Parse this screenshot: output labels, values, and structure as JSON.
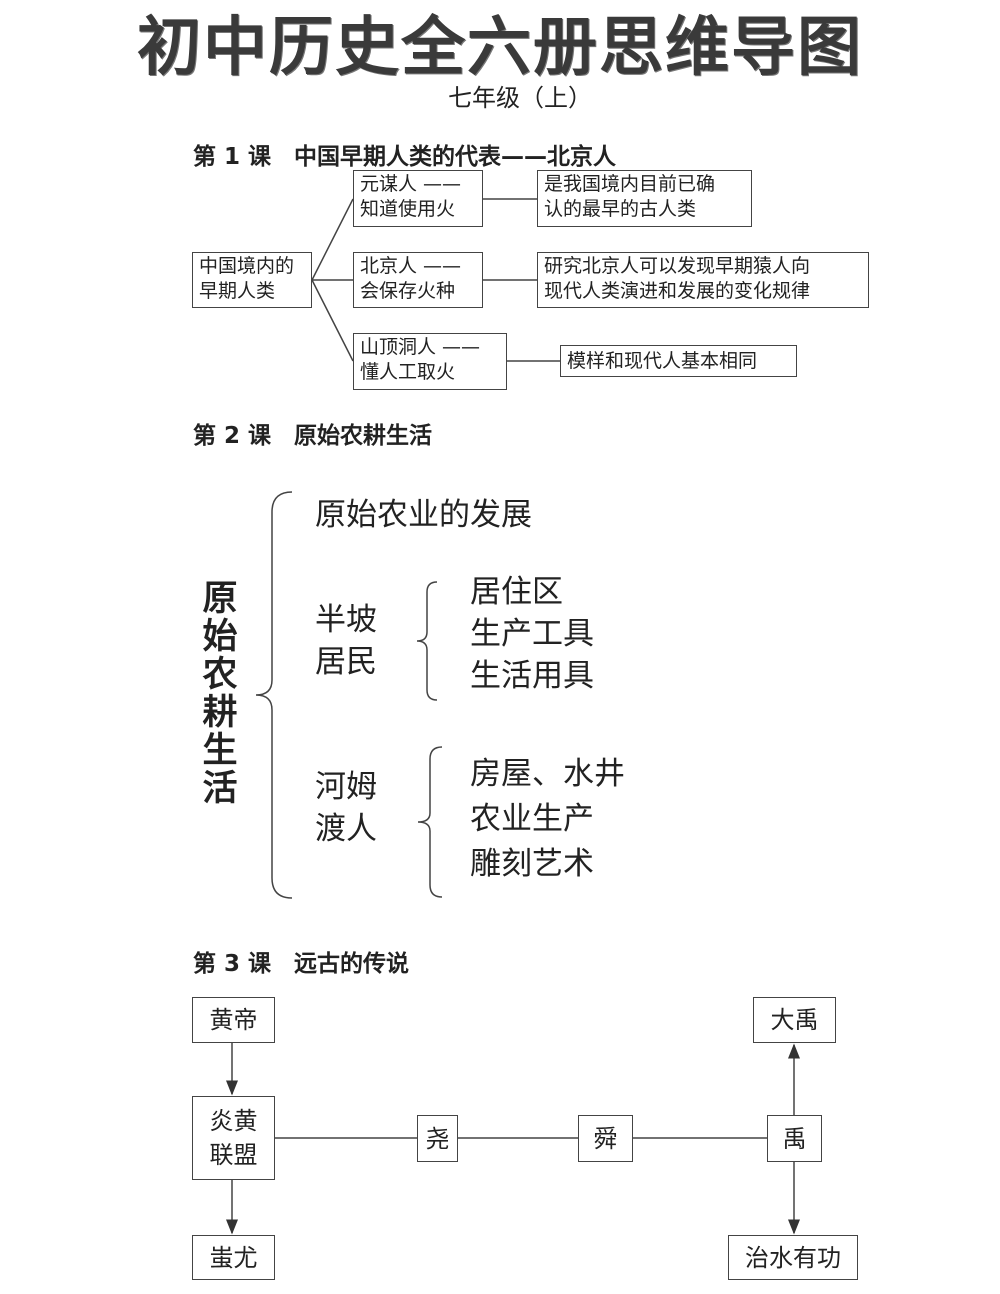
{
  "title": "初中历史全六册思维导图",
  "subtitle": "七年级（上）",
  "lesson1": {
    "heading": "第 1 课　中国早期人类的代表——北京人",
    "root": [
      "中国境内的",
      "早期人类"
    ],
    "branches": [
      {
        "name": [
          "元谋人 ——",
          "知道使用火"
        ],
        "detail": [
          "是我国境内目前已确",
          "认的最早的古人类"
        ]
      },
      {
        "name": [
          "北京人 ——",
          "会保存火种"
        ],
        "detail": [
          "研究北京人可以发现早期猿人向",
          "现代人类演进和发展的变化规律"
        ]
      },
      {
        "name": [
          "山顶洞人 ——",
          "懂人工取火"
        ],
        "detail": [
          "模样和现代人基本相同"
        ]
      }
    ]
  },
  "lesson2": {
    "heading": "第 2 课　原始农耕生活",
    "root": [
      "原",
      "始",
      "农",
      "耕",
      "生",
      "活"
    ],
    "first": "原始农业的发展",
    "groups": [
      {
        "name": [
          "半坡",
          "居民"
        ],
        "items": [
          "居住区",
          "生产工具",
          "生活用具"
        ]
      },
      {
        "name": [
          "河姆",
          "渡人"
        ],
        "items": [
          "房屋、水井",
          "农业生产",
          "雕刻艺术"
        ]
      }
    ]
  },
  "lesson3": {
    "heading": "第 3 课　远古的传说",
    "nodes": {
      "huangdi": "黄帝",
      "alliance": [
        "炎黄",
        "联盟"
      ],
      "chiyou": "蚩尤",
      "yao": "尧",
      "shun": "舜",
      "yu": "禹",
      "dayu": "大禹",
      "flood": "治水有功"
    }
  }
}
